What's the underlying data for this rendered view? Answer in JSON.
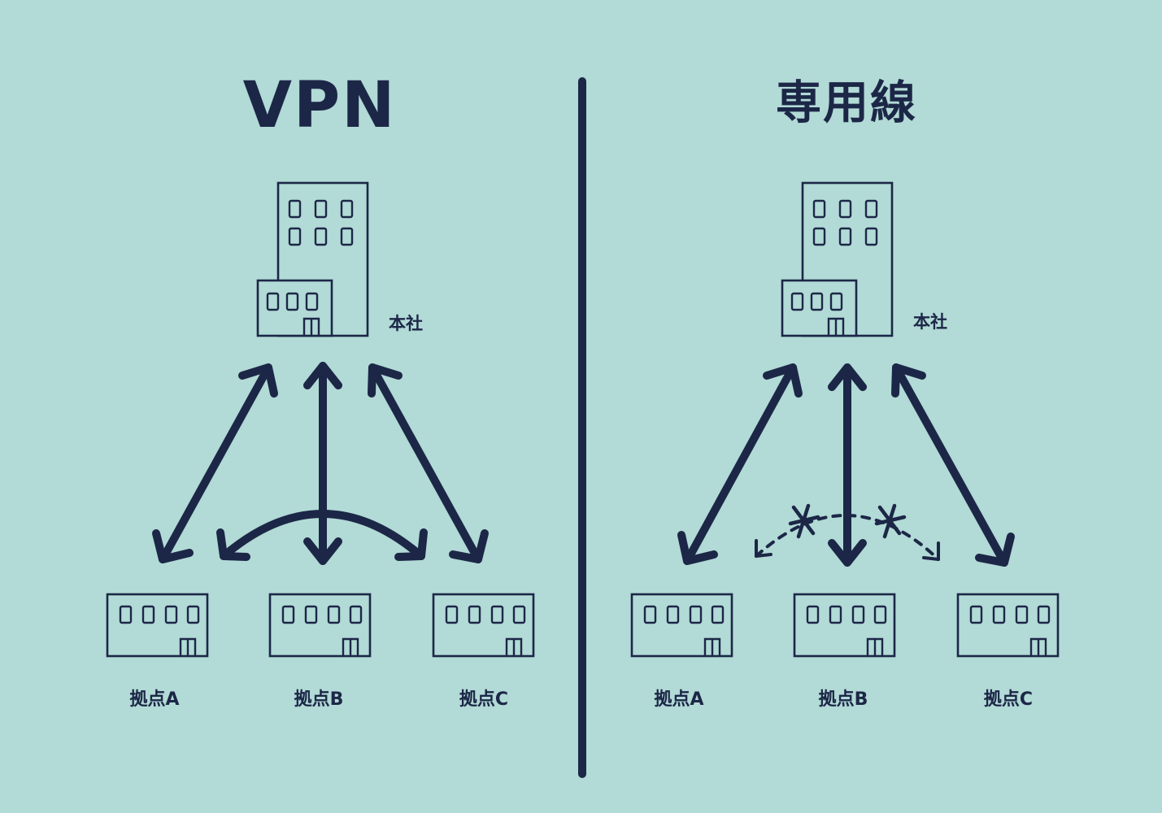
{
  "colors": {
    "background": "#b2dad6",
    "ink": "#1c2747"
  },
  "left_panel": {
    "title": "VPN",
    "headquarters_label": "本社",
    "branches": [
      "拠点A",
      "拠点B",
      "拠点C"
    ]
  },
  "right_panel": {
    "title": "専用線",
    "headquarters_label": "本社",
    "branches": [
      "拠点A",
      "拠点B",
      "拠点C"
    ]
  },
  "icons": [
    "office-building-icon",
    "branch-building-icon",
    "bidirectional-arrow-icon",
    "blocked-connection-icon"
  ]
}
